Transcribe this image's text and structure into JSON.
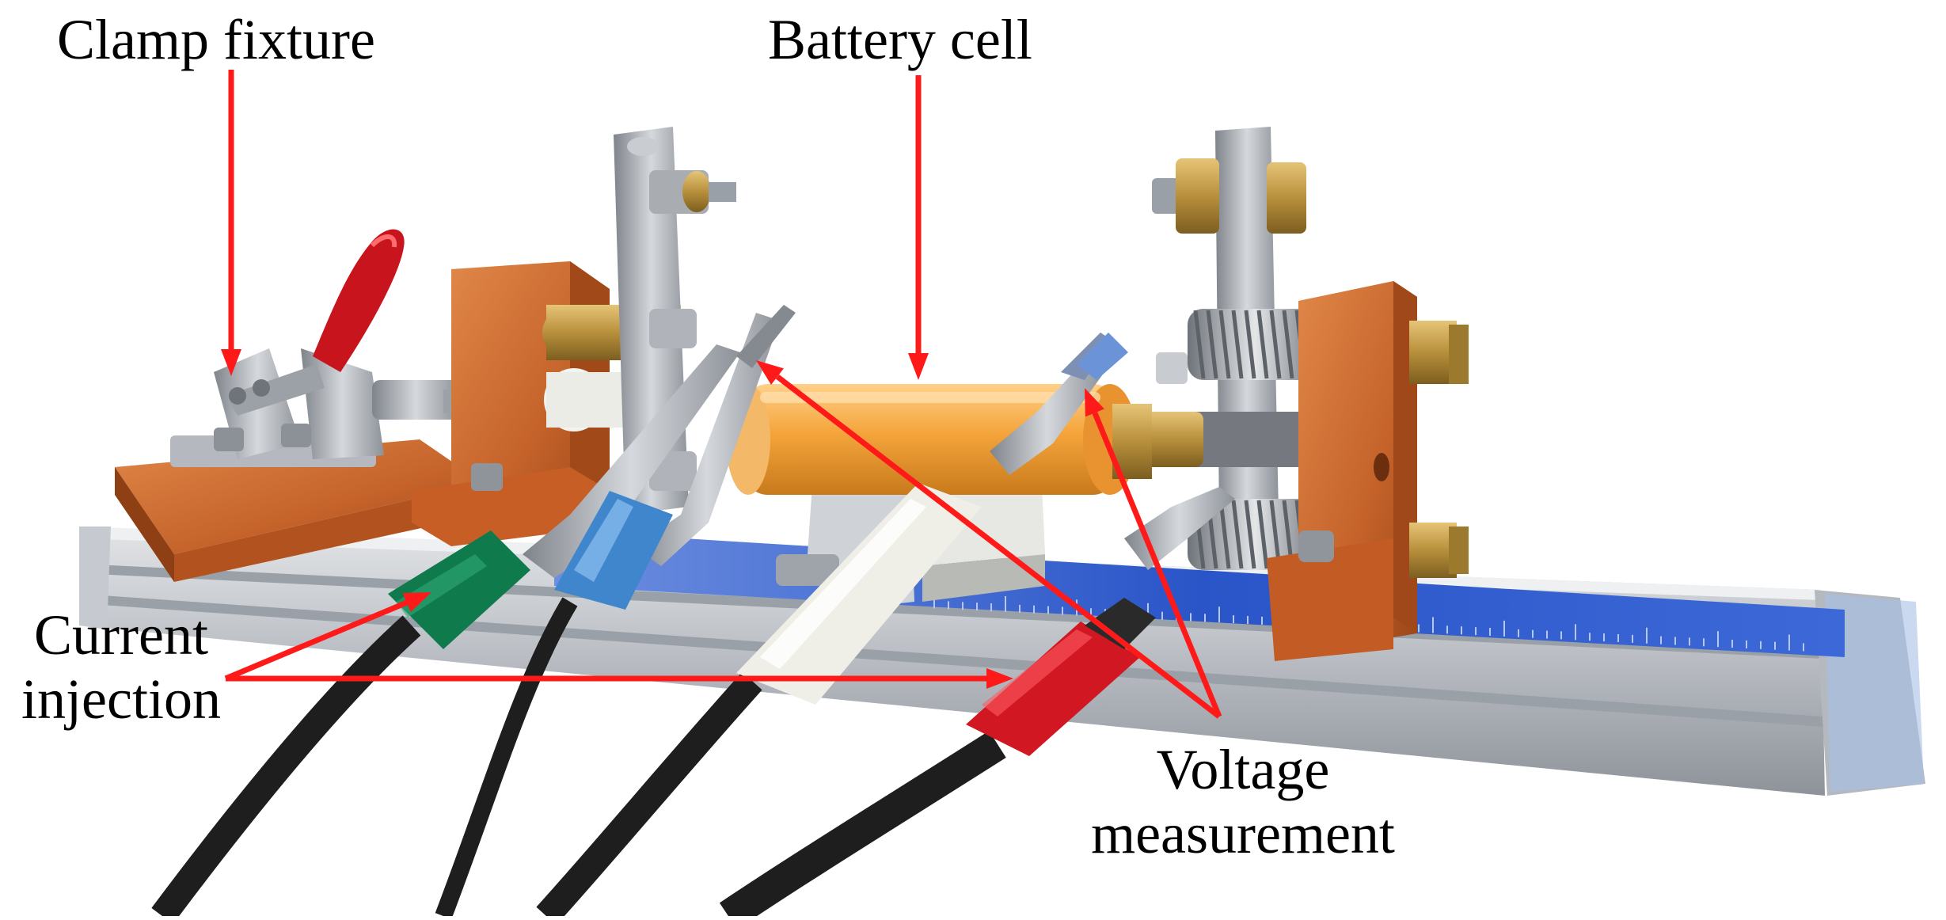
{
  "annotations": {
    "clamp_fixture": "Clamp fixture",
    "battery_cell": "Battery cell",
    "current_injection_line1": "Current",
    "current_injection_line2": "injection",
    "voltage_measurement_line1": "Voltage",
    "voltage_measurement_line2": "measurement"
  },
  "colors": {
    "arrow": "#ff1a1a",
    "background": "#ffffff",
    "rail": "#c9ccd1",
    "ruler": "#2a55c8",
    "fixture_block": "#c4622a",
    "battery": "#f4a43a",
    "clamp_handle": "#c8141c",
    "lead_green": "#0f7a4c",
    "lead_blue": "#3f86cc",
    "lead_white": "#efefe7",
    "lead_red": "#d11822",
    "cable": "#1e1e1e",
    "steel": "#a9adb2",
    "brass": "#b8903c"
  }
}
